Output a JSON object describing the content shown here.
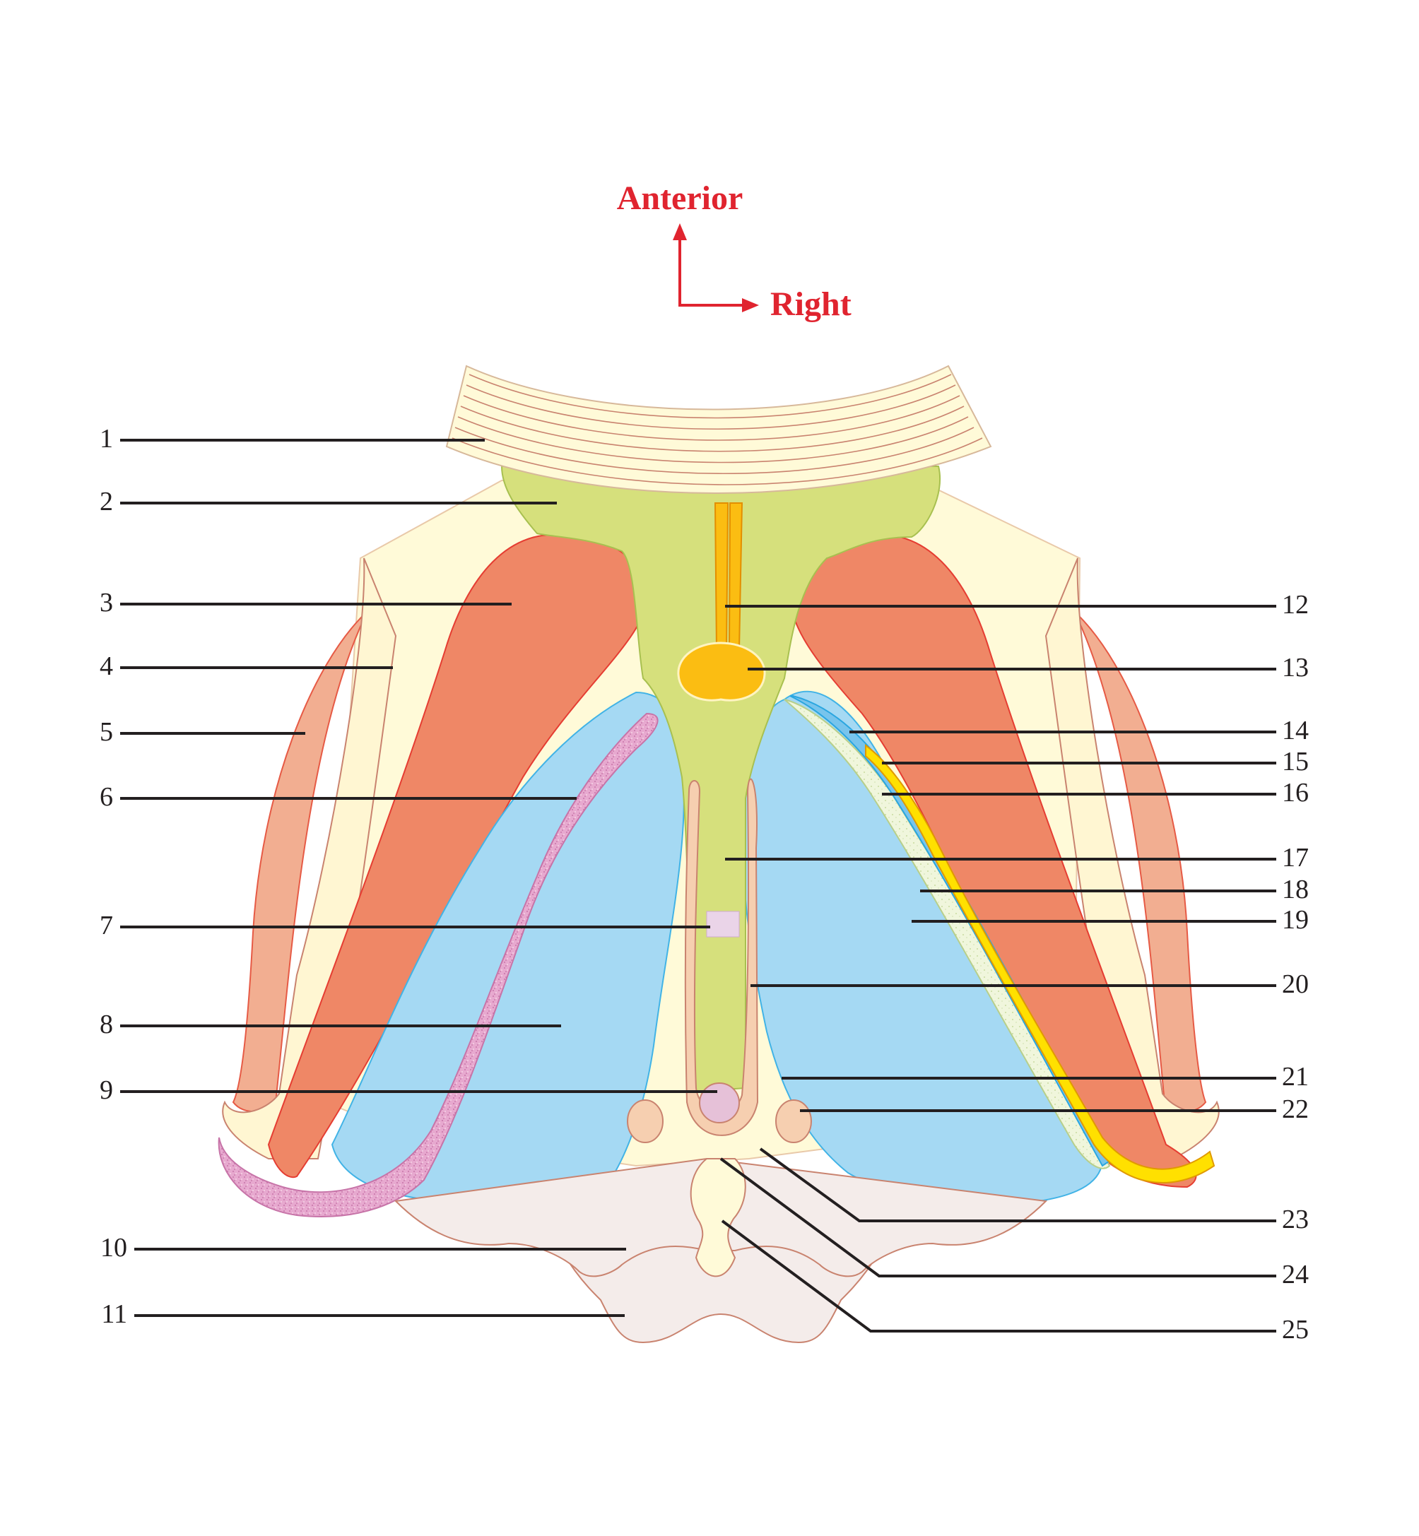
{
  "orientation": {
    "anterior": "Anterior",
    "right": "Right"
  },
  "labels": {
    "l1": "1",
    "l2": "2",
    "l3": "3",
    "l4": "4",
    "l5": "5",
    "l6": "6",
    "l7": "7",
    "l8": "8",
    "l9": "9",
    "l10": "10",
    "l11": "11",
    "l12": "12",
    "l13": "13",
    "l14": "14",
    "l15": "15",
    "l16": "16",
    "l17": "17",
    "l18": "18",
    "l19": "19",
    "l20": "20",
    "l21": "21",
    "l22": "22",
    "l23": "23",
    "l24": "24",
    "l25": "25"
  },
  "colors": {
    "background": "#ffffff",
    "accent_red": "#e0242f",
    "fat": "#fffad8",
    "green": "#d6e07c",
    "muscle": "#ef8766",
    "outer_muscle": "#f2ae91",
    "blue": "#a5d9f3",
    "pink": "#e7a9cf",
    "yellow": "#ffd200",
    "orange": "#fbbd12",
    "bone": "#f4ecea",
    "light_green": "#edf5d8"
  }
}
